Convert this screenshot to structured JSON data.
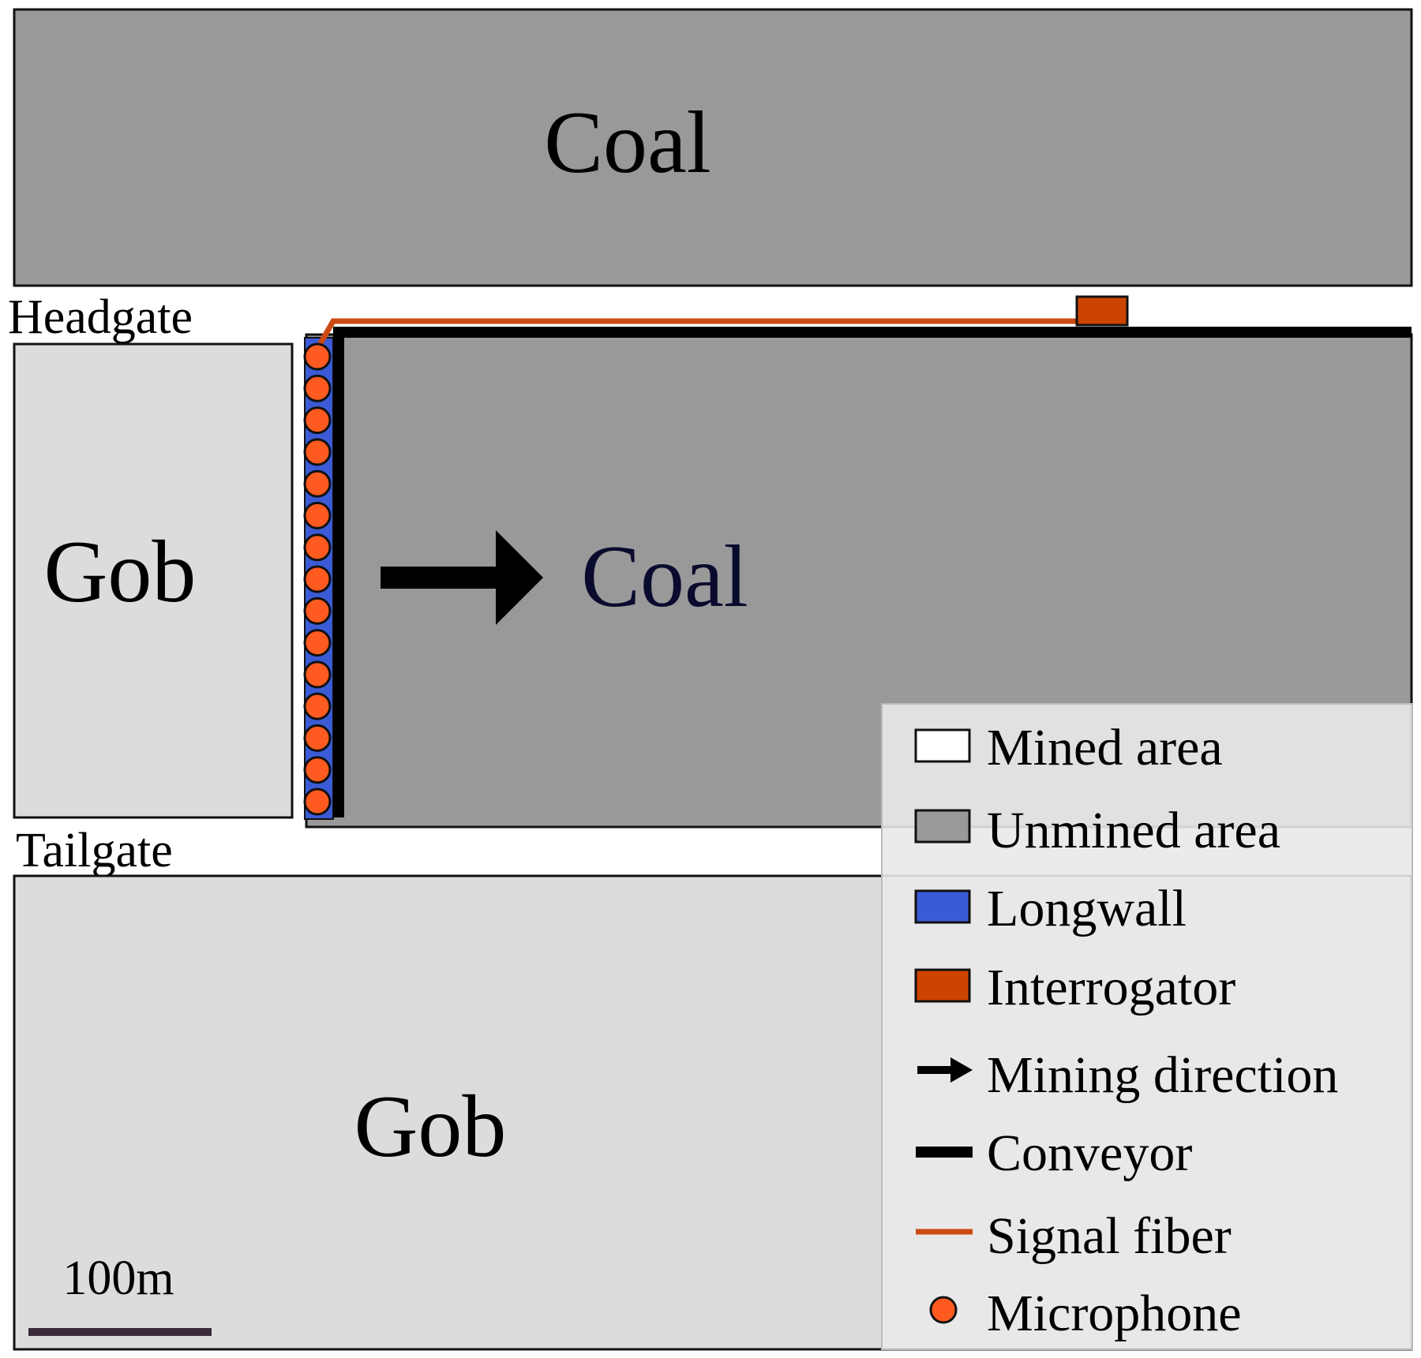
{
  "regions": {
    "coal_top": "Coal",
    "coal_main": "Coal",
    "gob_left": "Gob",
    "gob_bottom": "Gob"
  },
  "gates": {
    "headgate": "Headgate",
    "tailgate": "Tailgate"
  },
  "scale_bar": {
    "label": "100m"
  },
  "legend": {
    "items": [
      {
        "key": "mined",
        "label": "Mined area",
        "icon": "mined-area-swatch"
      },
      {
        "key": "unmined",
        "label": "Unmined area",
        "icon": "unmined-area-swatch"
      },
      {
        "key": "longwall",
        "label": "Longwall",
        "icon": "longwall-swatch"
      },
      {
        "key": "interrogator",
        "label": "Interrogator",
        "icon": "interrogator-swatch"
      },
      {
        "key": "direction",
        "label": "Mining direction",
        "icon": "arrow-right-icon"
      },
      {
        "key": "conveyor",
        "label": "Conveyor",
        "icon": "conveyor-line-icon"
      },
      {
        "key": "fiber",
        "label": "Signal fiber",
        "icon": "signal-fiber-line-icon"
      },
      {
        "key": "microphone",
        "label": "Microphone",
        "icon": "microphone-dot-icon"
      }
    ]
  },
  "microphone_count": 15,
  "colors": {
    "unmined": "#999999",
    "mined": "#dcdcdc",
    "longwall": "#3b5bd6",
    "interrogator": "#cc4400",
    "fiber": "#cc4a12",
    "microphone": "#ff5a1f",
    "conveyor": "#000000",
    "coal_main_text": "#0a0a2e",
    "scale_bar": "#3a2a3a"
  }
}
